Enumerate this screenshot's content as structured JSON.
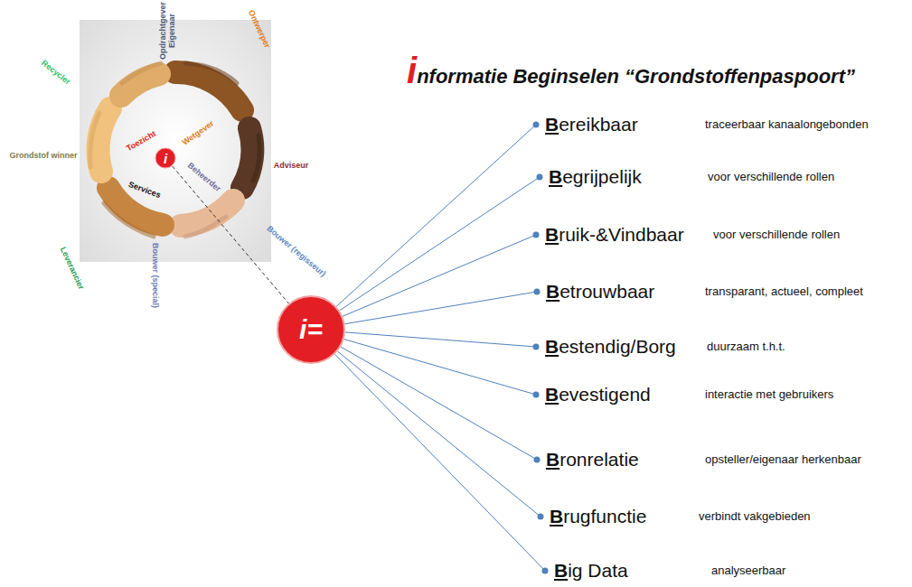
{
  "diagram": {
    "title": "informatie Beginselen “Grondstoffenpaspoort”",
    "nodes": [
      {
        "text": [
          "i"
        ]
      },
      {
        "text": [
          "i="
        ]
      },
      {
        "text": [
          "Bereikbaar",
          "traceerbaar kanaalongebonden"
        ]
      },
      {
        "text": [
          "Begrijpelijk",
          "voor verschillende rollen"
        ]
      },
      {
        "text": [
          "Bruik-&Vindbaar",
          "voor verschillende rollen"
        ]
      },
      {
        "text": [
          "Betrouwbaar",
          "transparant, actueel, compleet"
        ]
      },
      {
        "text": [
          "Bestendig/Borg",
          "duurzaam t.h.t."
        ]
      },
      {
        "text": [
          "Bevestigend",
          "interactie met gebruikers"
        ]
      },
      {
        "text": [
          "Bronrelatie",
          "opsteller/eigenaar herkenbaar"
        ]
      },
      {
        "text": [
          "Brugfunctie",
          "verbindt vakgebieden"
        ]
      },
      {
        "text": [
          "Big Data",
          "analyseerbaar"
        ]
      }
    ],
    "edges": [
      {
        "from": 0,
        "to": 1,
        "arrow": "none"
      },
      {
        "from": 1,
        "to": 2,
        "arrow": "none"
      },
      {
        "from": 1,
        "to": 3,
        "arrow": "none"
      },
      {
        "from": 1,
        "to": 4,
        "arrow": "none"
      },
      {
        "from": 1,
        "to": 5,
        "arrow": "none"
      },
      {
        "from": 1,
        "to": 6,
        "arrow": "none"
      },
      {
        "from": 1,
        "to": 7,
        "arrow": "none"
      },
      {
        "from": 1,
        "to": 8,
        "arrow": "none"
      },
      {
        "from": 1,
        "to": 9,
        "arrow": "none"
      },
      {
        "from": 1,
        "to": 10,
        "arrow": "none"
      }
    ],
    "labels": [
      "Opdrachtgever Eigenaar",
      "Ontwerper",
      "Recycler",
      "Adviseur",
      "Grondstof winner",
      "Bouwer (regisseur)",
      "Leverancier",
      "Bouwer (special)",
      "Toezicht",
      "Wetgever",
      "Services",
      "Beheerder"
    ]
  }
}
